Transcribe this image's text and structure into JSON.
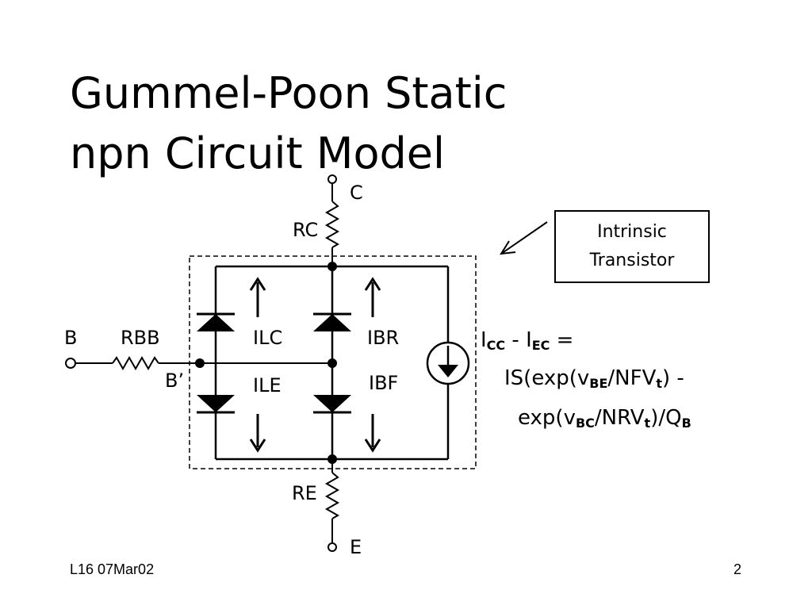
{
  "slide": {
    "title_line1": "Gummel-Poon Static",
    "title_line2": "npn Circuit Model",
    "footer_left": "L16 07Mar02",
    "footer_right": "2"
  },
  "diagram": {
    "nodes": {
      "collector": "C",
      "emitter": "E",
      "base": "B",
      "internal_base": "B’"
    },
    "resistors": {
      "rc": "RC",
      "re": "RE",
      "rbb": "RBB"
    },
    "currents": {
      "ilc": "ILC",
      "ile": "ILE",
      "ibr": "IBR",
      "ibf": "IBF"
    },
    "callout": {
      "line1": "Intrinsic",
      "line2": "Transistor"
    }
  },
  "equation": {
    "icc": "I",
    "icc_sub": "CC",
    "minus": " - ",
    "iec": "I",
    "iec_sub": "EC",
    "equals": " =",
    "l2_a": "IS(exp(v",
    "l2_sub1": "BE",
    "l2_b": "/NFV",
    "l2_sub2": "t",
    "l2_c": ") -",
    "l3_a": "exp(v",
    "l3_sub1": "BC",
    "l3_b": "/NRV",
    "l3_sub2": "t",
    "l3_c": ")/Q",
    "l3_sub3": "B"
  }
}
